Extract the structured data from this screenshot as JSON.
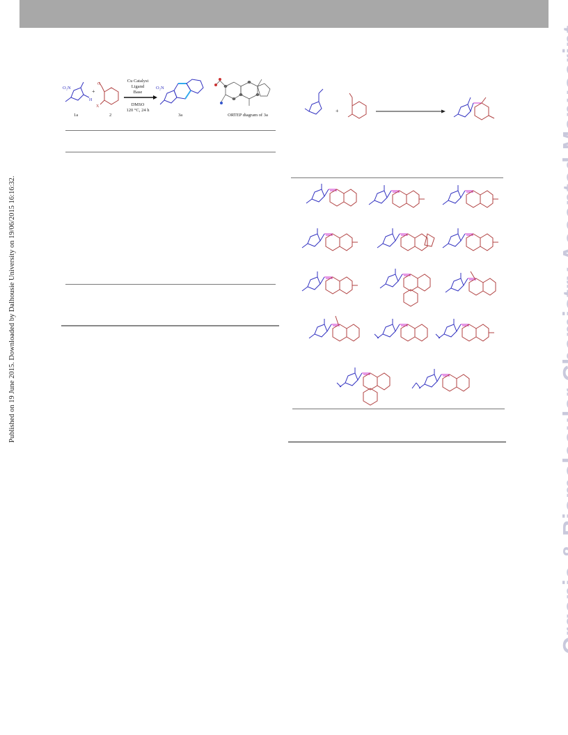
{
  "header": {
    "bar_color": "#a8a8a8"
  },
  "sidebar_left": {
    "text": "Published on 19 June 2015. Downloaded by Dalhousie University on 19/06/2015 16:16:32."
  },
  "watermark": {
    "text": "Organic & Biomolecular Chemistry Accepted Manuscript",
    "color": "#c9c9dc"
  },
  "scheme1": {
    "reagent_line1": "Cu Catalyst",
    "reagent_line2": "Ligand",
    "reagent_line3": "Base",
    "solvent": "DMSO",
    "conditions": "120 °C, 24 h",
    "label_1a": "1a",
    "label_2": "2",
    "label_3a": "3a",
    "ortep_caption": "ORTEP diagram of 3a",
    "nitro_label": "O₂N",
    "x_label": "X",
    "o_label": "O",
    "h_label": "H",
    "n_label": "N"
  },
  "scheme2": {
    "plus": "+"
  },
  "colors": {
    "blue": "#3030c0",
    "red": "#b04040",
    "magenta": "#cc33cc",
    "black": "#222222"
  }
}
